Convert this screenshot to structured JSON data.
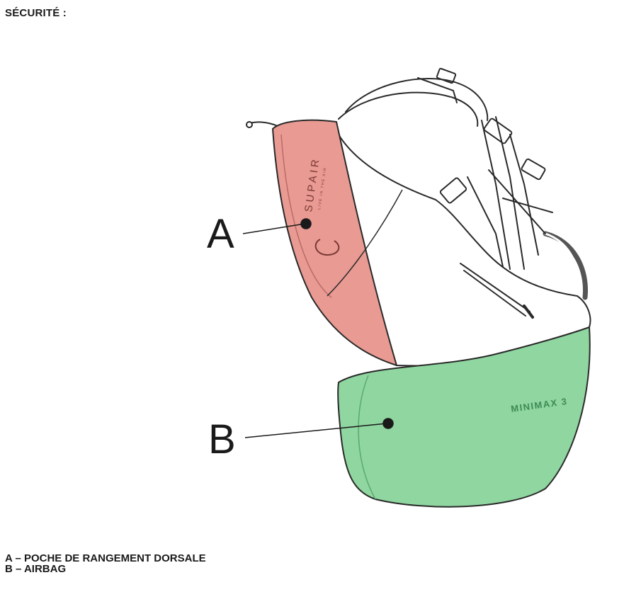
{
  "section": {
    "heading": "SÉCURITÉ :"
  },
  "diagram": {
    "labels": [
      {
        "letter": "A"
      },
      {
        "letter": "B"
      }
    ],
    "brand_text": "SUPAIR",
    "brand_tagline": "LIVE IN THE AIR",
    "product_text": "MINIMAX 3",
    "colors": {
      "pocket": "#e99a92",
      "airbag": "#8fd6a0",
      "outline": "#2a2a2a"
    }
  },
  "legend": {
    "items": [
      {
        "text": "A – POCHE DE RANGEMENT DORSALE"
      },
      {
        "text": "B – AIRBAG"
      }
    ]
  }
}
